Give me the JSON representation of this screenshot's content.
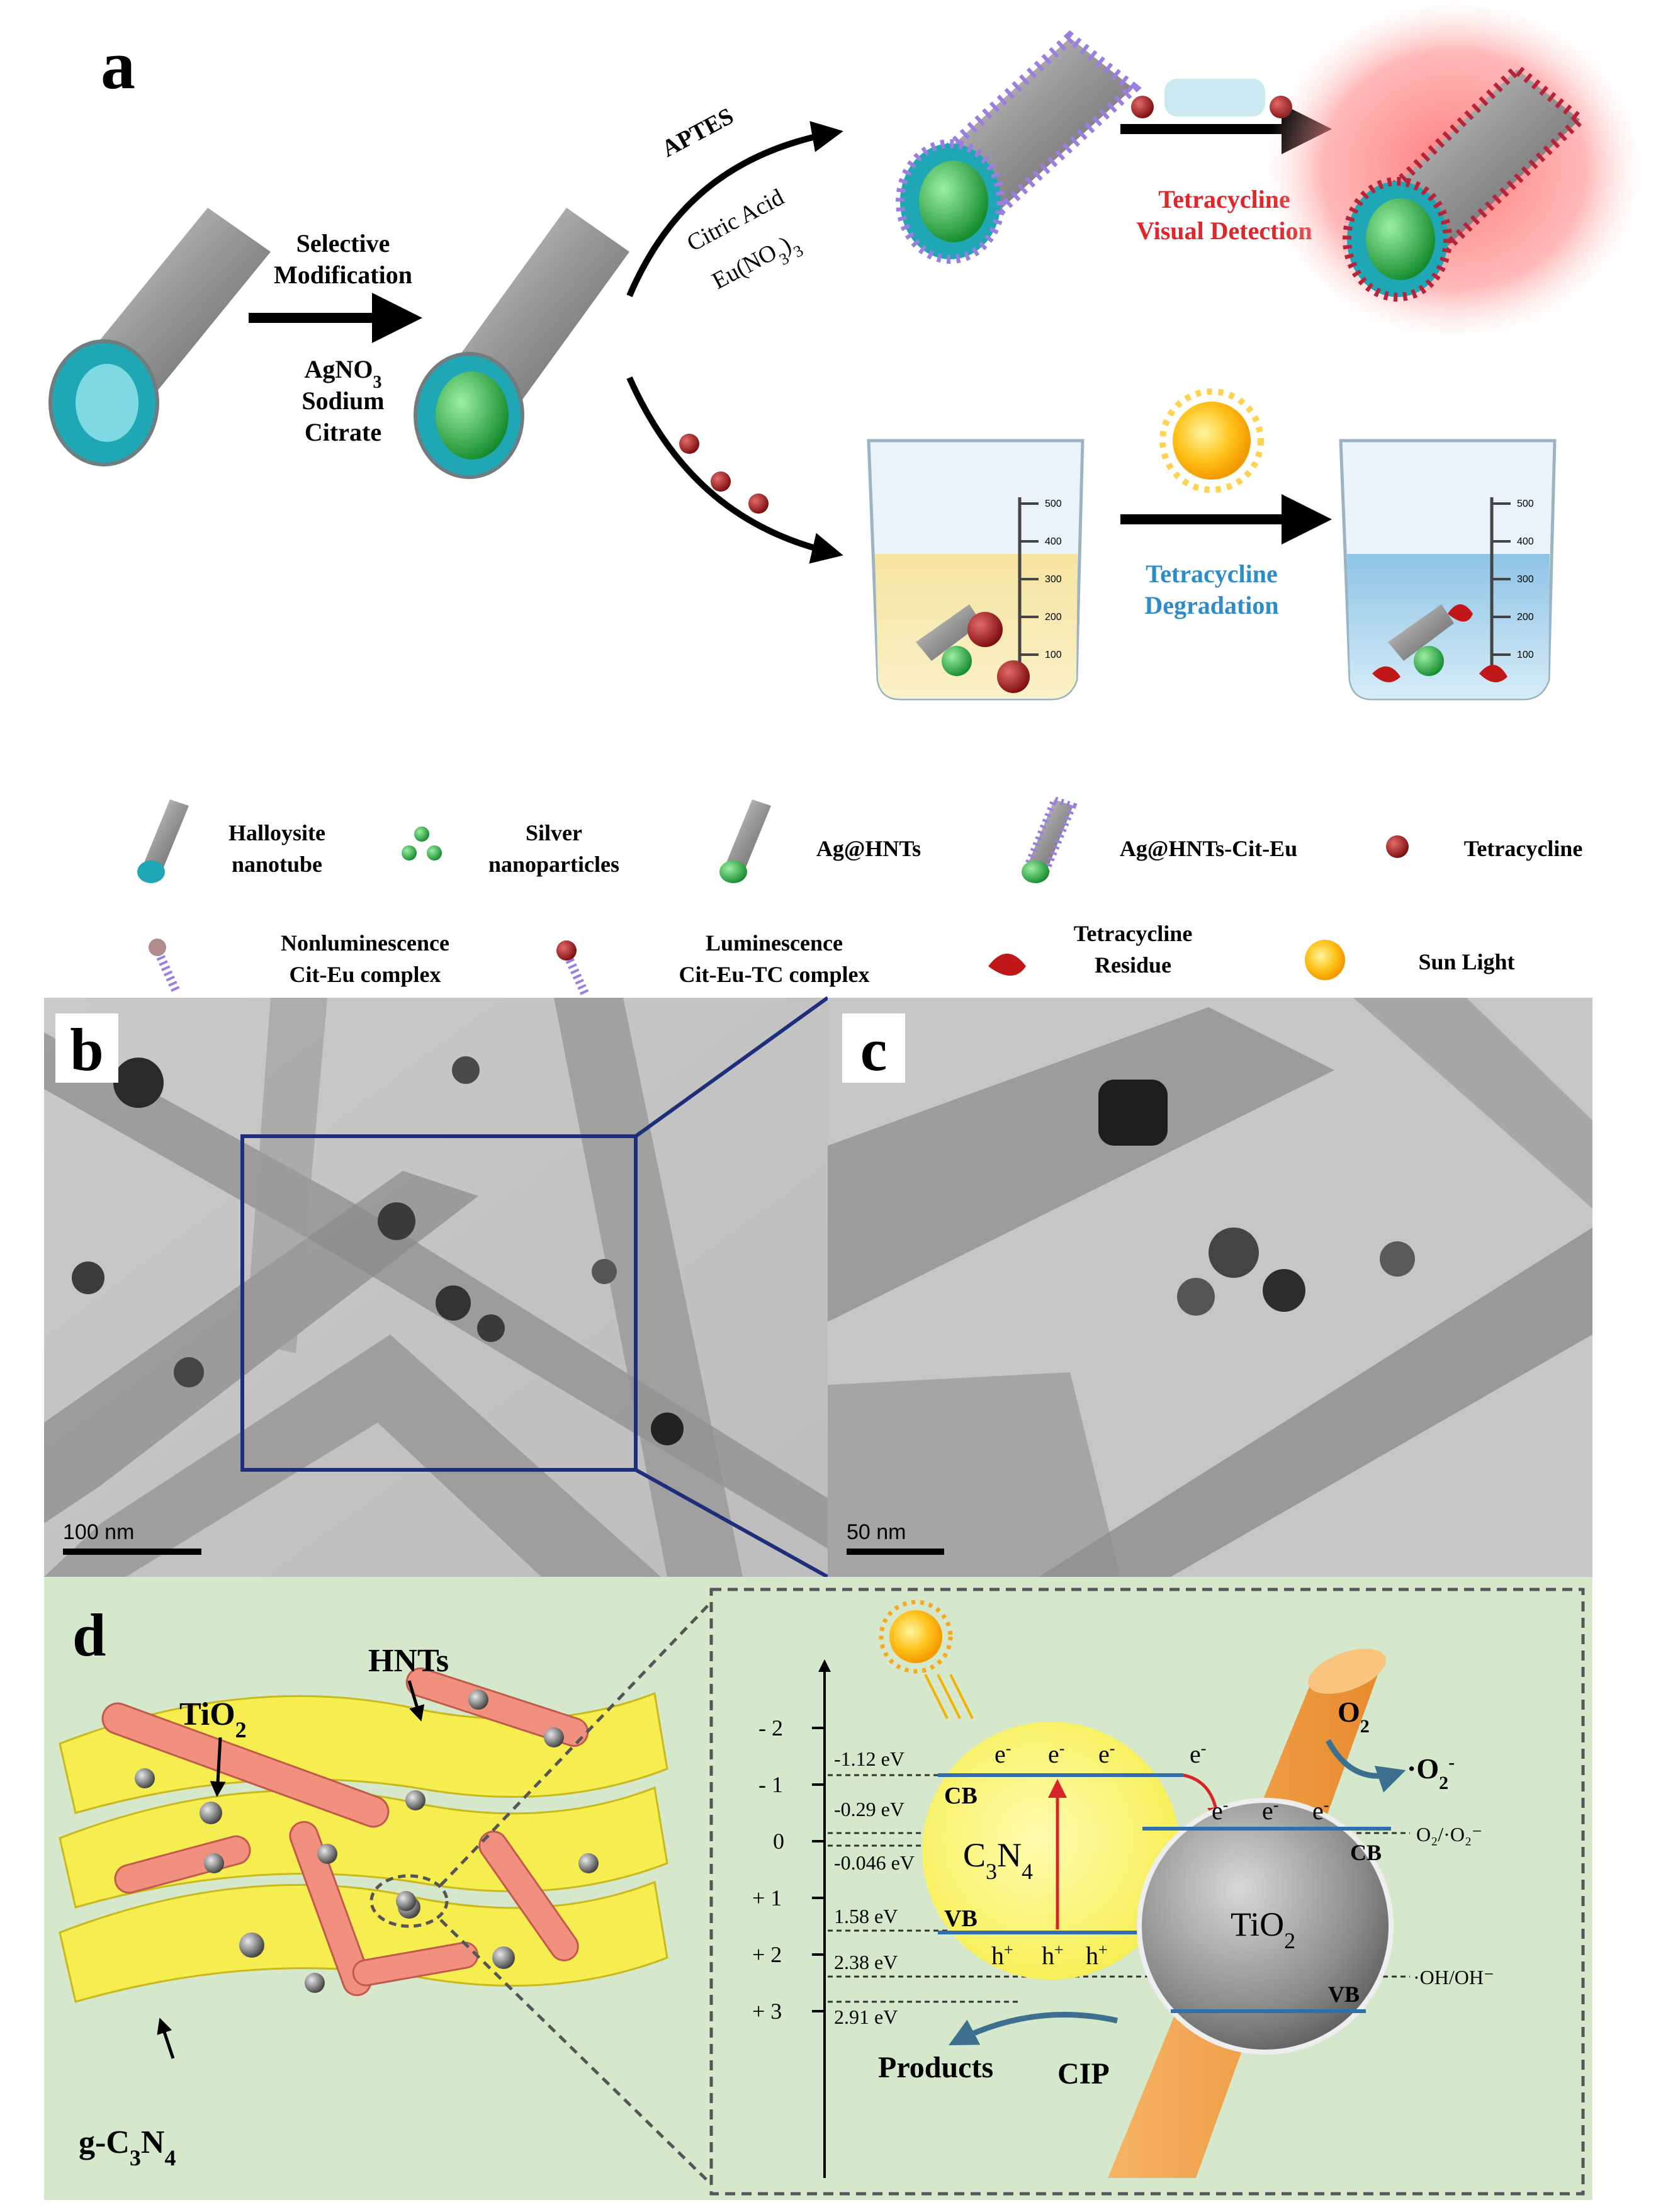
{
  "panel_labels": {
    "a": "a",
    "b": "b",
    "c": "c",
    "d": "d"
  },
  "panel_a": {
    "step1_line1": "Selective",
    "step1_line2": "Modification",
    "reagent1": "AgNO",
    "reagent1_sub": "3",
    "reagent2": "Sodium",
    "reagent3": "Citrate",
    "aptes": "APTES",
    "citric_acid": "Citric Acid",
    "eu_nitrate_a": "Eu(NO",
    "eu_nitrate_sub": "3",
    "eu_nitrate_b": ")",
    "eu_nitrate_sub2": "3",
    "detection_line1": "Tetracycline",
    "detection_line2": "Visual Detection",
    "degradation_line1": "Tetracycline",
    "degradation_line2": "Degradation",
    "beaker_ticks": [
      "500",
      "400",
      "300",
      "200",
      "100"
    ]
  },
  "legend": {
    "items_row1": [
      {
        "line1": "Halloysite",
        "line2": "nanotube"
      },
      {
        "line1": "Silver",
        "line2": "nanoparticles"
      },
      {
        "line1": "Ag@HNTs",
        "line2": ""
      },
      {
        "line1": "Ag@HNTs-Cit-Eu",
        "line2": ""
      },
      {
        "line1": "Tetracycline",
        "line2": ""
      }
    ],
    "items_row2": [
      {
        "line1": "Nonluminescence",
        "line2": "Cit-Eu complex"
      },
      {
        "line1": "Luminescence",
        "line2": "Cit-Eu-TC complex"
      },
      {
        "line1": "Tetracycline",
        "line2": "Residue"
      },
      {
        "line1": "Sun Light",
        "line2": ""
      }
    ]
  },
  "panel_b": {
    "scale_bar": "100 nm"
  },
  "panel_c": {
    "scale_bar": "50 nm"
  },
  "panel_d": {
    "hnts": "HNTs",
    "tio2_a": "TiO",
    "tio2_sub": "2",
    "gc3n4_a": "g-C",
    "gc3n4_sub1": "3",
    "gc3n4_b": "N",
    "gc3n4_sub2": "4",
    "axis_ticks": [
      "- 2",
      "- 1",
      "0",
      "+ 1",
      "+ 2",
      "+ 3"
    ],
    "energies": [
      "-1.12 eV",
      "-0.29 eV",
      "-0.046 eV",
      "1.58 eV",
      "2.38 eV",
      "2.91 eV"
    ],
    "cb": "CB",
    "vb": "VB",
    "c3n4_a": "C",
    "c3n4_sub1": "3",
    "c3n4_b": "N",
    "c3n4_sub2": "4",
    "tio2_sphere_a": "TiO",
    "tio2_sphere_sub": "2",
    "electron": "e",
    "hole": "h",
    "o2_a": "O",
    "o2_sub": "2",
    "superoxide_a": "·O",
    "superoxide_sub": "2",
    "redox_o2": "O₂/·O₂⁻",
    "redox_oh": "·OH/OH⁻",
    "products": "Products",
    "cip": "CIP"
  },
  "colors": {
    "cyan_tube": "#1fa7b5",
    "silver_green": "#2fb24a",
    "red_label": "#e0262a",
    "blue_label": "#2e8cc8",
    "panel_d_bg": "#d6e8cc",
    "c3n4_yellow": "#fbf57a",
    "hnt_pink": "#f29080",
    "tio2_grey": "#8a8a8a",
    "orange_tube": "#f2a04a",
    "band_blue": "#2f6fb0",
    "arrow_red": "#d8232a"
  }
}
